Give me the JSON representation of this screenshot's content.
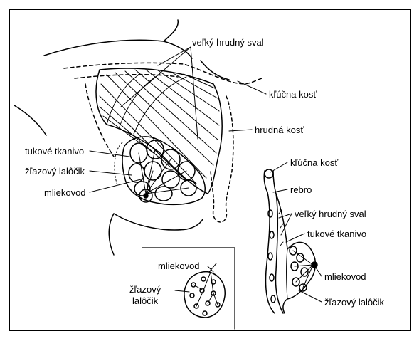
{
  "labels": {
    "pectoral_main": "veľký hrudný sval",
    "clavicle_main": "kľúčna kosť",
    "sternum": "hrudná kosť",
    "fat_left": "tukové tkanivo",
    "lobule_left": "žľazový lalôčik",
    "duct_left": "mliekovod",
    "clavicle_side": "kľúčna kosť",
    "rib": "rebro",
    "pectoral_side": "veľký hrudný sval",
    "fat_side": "tukové tkanivo",
    "duct_side": "mliekovod",
    "lobule_side": "žľazový lalôčik",
    "duct_inset": "mliekovod",
    "lobule_inset_1": "žľazový",
    "lobule_inset_2": "lalôčik"
  }
}
